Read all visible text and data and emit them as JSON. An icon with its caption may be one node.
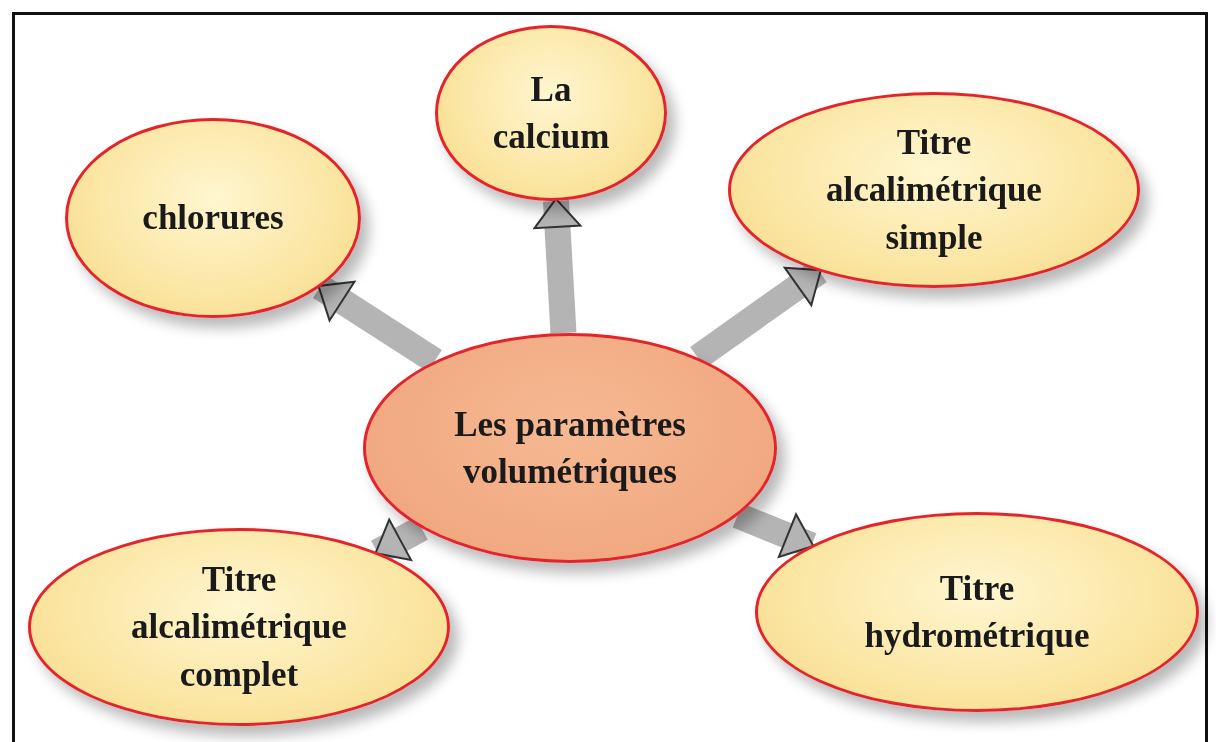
{
  "diagram": {
    "nodes": [
      {
        "text": [
          "La calcium"
        ]
      },
      {
        "text": [
          "chlorures"
        ]
      },
      {
        "text": [
          "Titre alcalimétrique simple"
        ]
      },
      {
        "text": [
          "Les paramètres volumétriques"
        ]
      },
      {
        "text": [
          "Titre alcalimétrique complet"
        ]
      },
      {
        "text": [
          "Titre hydrométrique"
        ]
      }
    ],
    "edges": [
      {
        "from": 3,
        "to": 0,
        "arrow": "to"
      },
      {
        "from": 3,
        "to": 1,
        "arrow": "to"
      },
      {
        "from": 3,
        "to": 2,
        "arrow": "to"
      },
      {
        "from": 3,
        "to": 4,
        "arrow": "to"
      },
      {
        "from": 3,
        "to": 5,
        "arrow": "to"
      }
    ]
  }
}
